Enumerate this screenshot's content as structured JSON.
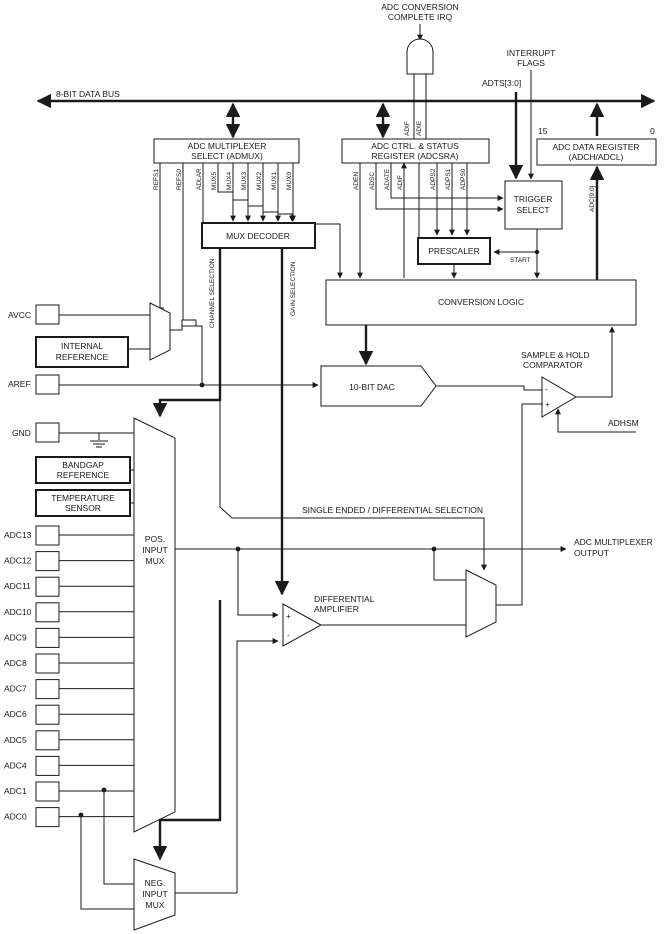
{
  "title_irq": [
    "ADC CONVERSION",
    "COMPLETE IRQ"
  ],
  "interrupt_flags": [
    "INTERRUPT",
    "FLAGS"
  ],
  "adts": "ADTS[3:0]",
  "data_bus": "8-BIT DATA BUS",
  "admux": [
    "ADC MULTIPLEXER",
    "SELECT (ADMUX)"
  ],
  "adcsra": [
    "ADC CTRL. & STATUS",
    "REGISTER (ADCSRA)"
  ],
  "adc_data_reg": [
    "ADC DATA REGISTER",
    "(ADCH/ADCL)"
  ],
  "bit15": "15",
  "bit0": "0",
  "admux_bits": [
    "REFS1",
    "REFS0",
    "ADLAR",
    "MUX5",
    "MUX4",
    "MUX3",
    "MUX2",
    "MUX1",
    "MUX0"
  ],
  "adcsra_bits": [
    "ADEN",
    "ADSC",
    "ADATE",
    "ADIF",
    "ADPS2",
    "ADPS1",
    "ADPS0"
  ],
  "irq_bits": [
    "ADIF",
    "ADIE"
  ],
  "adc_bits": "ADC[9:0]",
  "trigger_select": [
    "TRIGGER",
    "SELECT"
  ],
  "mux_decoder": "MUX DECODER",
  "prescaler": "PRESCALER",
  "start": "START",
  "conversion_logic": "CONVERSION LOGIC",
  "channel_selection": "CHANNEL SELECTION",
  "gain_selection": "GAIN SELECTION",
  "avcc": "AVCC",
  "internal_reference": [
    "INTERNAL",
    "REFERENCE"
  ],
  "aref": "AREF",
  "dac": "10-BIT DAC",
  "sample_hold": [
    "SAMPLE & HOLD",
    "COMPARATOR"
  ],
  "comparator_signs": [
    "-",
    "+"
  ],
  "adhsm": "ADHSM",
  "gnd": "GND",
  "bandgap": [
    "BANDGAP",
    "REFERENCE"
  ],
  "temp_sensor": [
    "TEMPERATURE",
    "SENSOR"
  ],
  "single_ended": "SINGLE ENDED / DIFFERENTIAL SELECTION",
  "pos_mux": [
    "POS.",
    "INPUT",
    "MUX"
  ],
  "adc_mux_output": [
    "ADC MULTIPLEXER",
    "OUTPUT"
  ],
  "diff_amp": [
    "DIFFERENTIAL",
    "AMPLIFIER"
  ],
  "diff_amp_signs": [
    "+",
    "-"
  ],
  "neg_mux": [
    "NEG.",
    "INPUT",
    "MUX"
  ],
  "adc_pins": [
    "ADC13",
    "ADC12",
    "ADC11",
    "ADC10",
    "ADC9",
    "ADC8",
    "ADC7",
    "ADC6",
    "ADC5",
    "ADC4",
    "ADC1",
    "ADC0"
  ]
}
